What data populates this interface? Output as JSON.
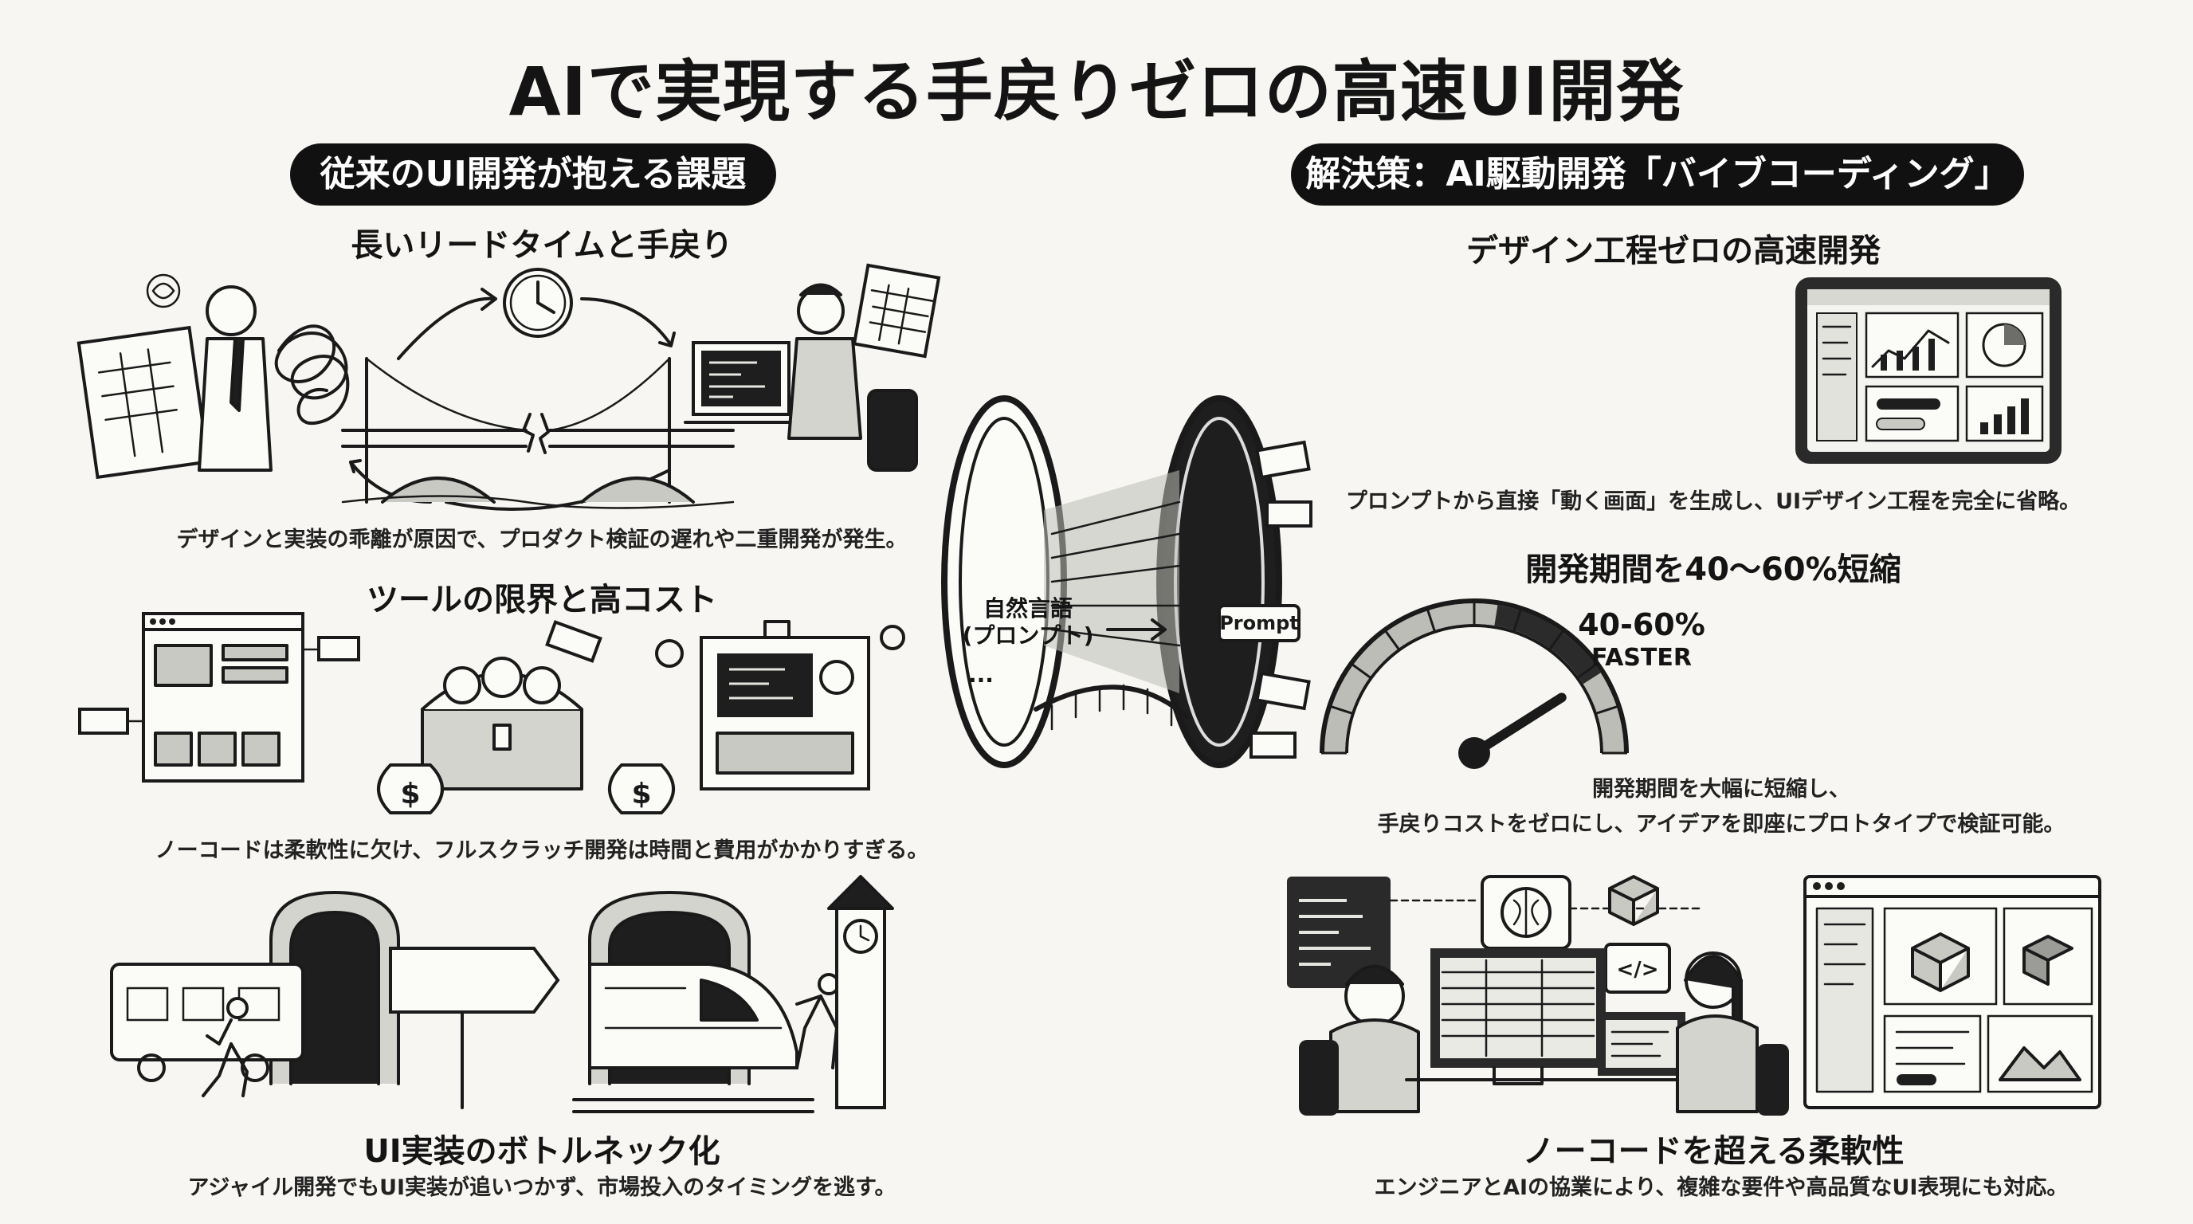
{
  "title": "AIで実現する手戻りゼロの高速UI開発",
  "left": {
    "header": "従来のUI開発が抱える課題",
    "sections": [
      {
        "heading": "長いリードタイムと手戻り",
        "caption": "デザインと実装の乖離が原因で、プロダクト検証の遅れや二重開発が発生。"
      },
      {
        "heading": "ツールの限界と高コスト",
        "caption": "ノーコードは柔軟性に欠け、フルスクラッチ開発は時間と費用がかかりすぎる。"
      },
      {
        "heading": "UI実装のボトルネック化",
        "caption": "アジャイル開発でもUI実装が追いつかず、市場投入のタイミングを逃す。"
      }
    ]
  },
  "right": {
    "header": "解決策：AI駆動開発「バイブコーディング」",
    "sections": [
      {
        "heading": "デザイン工程ゼロの高速開発",
        "caption": "プロンプトから直接「動く画面」を生成し、UIデザイン工程を完全に省略。"
      },
      {
        "heading": "開発期間を40〜60%短縮",
        "caption_line1": "開発期間を大幅に短縮し、",
        "caption_line2": "手戻りコストをゼロにし、アイデアを即座にプロトタイプで検証可能。"
      },
      {
        "heading": "ノーコードを超える柔軟性",
        "caption": "エンジニアとAIの協業により、複雑な要件や高品質なUI表現にも対応。"
      }
    ]
  },
  "portal": {
    "label_line1": "自然言語",
    "label_line2": "(プロンプト)",
    "ellipsis": "...",
    "tag": "Prompt"
  },
  "gauge": {
    "label": "40-60%",
    "sublabel": "FASTER",
    "level": 0.82
  },
  "icons": {
    "clock": "clock-icon",
    "calendar": "calendar-icon",
    "dollar": "dollar-sign-icon",
    "code": "code-brackets-icon",
    "brain": "brain-icon",
    "box": "cube-icon"
  },
  "colors": {
    "background": "#f7f6f2",
    "ink": "#1a1a1a",
    "pill": "#111111"
  }
}
